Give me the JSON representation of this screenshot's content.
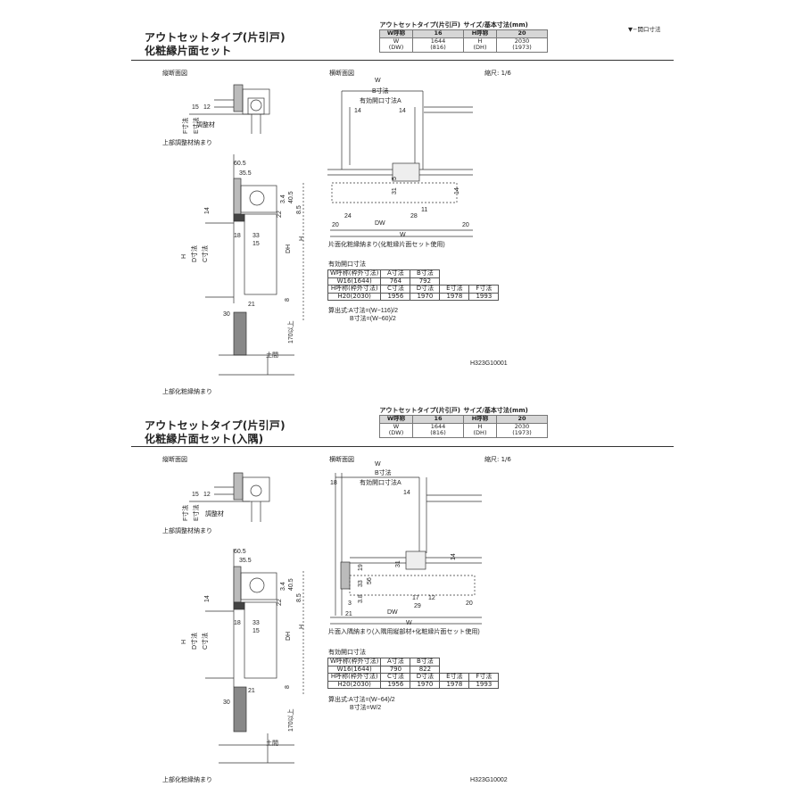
{
  "legend_note": "▼−開口寸法",
  "sections": [
    {
      "title_line1": "アウトセットタイプ(片引戸)",
      "title_line2": "化粧縁片面セット",
      "spec_caption_left": "アウトセットタイプ(片引戸)",
      "spec_caption_right": "サイズ/基本寸法(mm)",
      "spec": {
        "w_label": "W呼称",
        "w_value": "16",
        "h_label": "H呼称",
        "h_value": "20",
        "w_dim_label": "W\n(DW)",
        "w_dim_value": "1644\n(816)",
        "h_dim_label": "H\n(DH)",
        "h_dim_value": "2030\n(1973)"
      },
      "vertical_section_label": "縦断面図",
      "horizontal_section_label": "横断面図",
      "scale_label": "縮尺: 1/6",
      "top_detail_caption": "上部調整材納まり",
      "adjuster_label": "調整材",
      "bottom_caption": "上部化粧縁納まり",
      "horizontal_caption": "片面化粧縁納まり(化粧縁片面セット使用)",
      "dims_vertical": [
        "15",
        "12",
        "F寸法",
        "E寸法",
        "60.5",
        "35.5",
        "3.4",
        "40.5",
        "14",
        "22",
        "8.5",
        "18",
        "33",
        "15",
        "H",
        "D寸法",
        "C寸法",
        "DH",
        "H",
        "21",
        "8",
        "30",
        "170以上",
        "土間"
      ],
      "dims_horizontal": [
        "W",
        "B寸法",
        "有効開口寸法A",
        "14",
        "14",
        "5",
        "31",
        "14",
        "11",
        "24",
        "28",
        "20",
        "20",
        "DW",
        "W"
      ],
      "open_table_title": "有効開口寸法",
      "open_table": [
        [
          "W呼称(枠外寸法)",
          "A寸法",
          "B寸法",
          "",
          ""
        ],
        [
          "W16(1644)",
          "764",
          "792",
          "",
          ""
        ],
        [
          "H呼称(枠外寸法)",
          "C寸法",
          "D寸法",
          "E寸法",
          "F寸法"
        ],
        [
          "H20(2030)",
          "1956",
          "1970",
          "1978",
          "1993"
        ]
      ],
      "formula_line1": "算出式:A寸法=(W−116)/2",
      "formula_line2": "B寸法=(W−60)/2",
      "code": "H323G10001"
    },
    {
      "title_line1": "アウトセットタイプ(片引戸)",
      "title_line2": "化粧縁片面セット(入隅)",
      "spec_caption_left": "アウトセットタイプ(片引戸)",
      "spec_caption_right": "サイズ/基本寸法(mm)",
      "spec": {
        "w_label": "W呼称",
        "w_value": "16",
        "h_label": "H呼称",
        "h_value": "20",
        "w_dim_label": "W\n(DW)",
        "w_dim_value": "1644\n(816)",
        "h_dim_label": "H\n(DH)",
        "h_dim_value": "2030\n(1973)"
      },
      "vertical_section_label": "縦断面図",
      "horizontal_section_label": "横断面図",
      "scale_label": "縮尺: 1/6",
      "top_detail_caption": "上部調整材納まり",
      "adjuster_label": "調整材",
      "bottom_caption": "上部化粧縁納まり",
      "horizontal_caption": "片面入隅納まり(入隅用縦部材+化粧縁片面セット使用)",
      "dims_vertical": [
        "15",
        "12",
        "F寸法",
        "E寸法",
        "60.5",
        "35.5",
        "3.4",
        "40.5",
        "14",
        "22",
        "8.5",
        "18",
        "33",
        "15",
        "H",
        "D寸法",
        "C寸法",
        "DH",
        "H",
        "21",
        "8",
        "30",
        "170以上",
        "土間"
      ],
      "dims_horizontal": [
        "W",
        "B寸法",
        "有効開口寸法A",
        "18",
        "14",
        "31",
        "14",
        "19",
        "33",
        "56",
        "3.8",
        "17",
        "12",
        "29",
        "20",
        "3",
        "21",
        "DW",
        "W"
      ],
      "open_table_title": "有効開口寸法",
      "open_table": [
        [
          "W呼称(枠外寸法)",
          "A寸法",
          "B寸法",
          "",
          ""
        ],
        [
          "W16(1644)",
          "790",
          "822",
          "",
          ""
        ],
        [
          "H呼称(枠外寸法)",
          "C寸法",
          "D寸法",
          "E寸法",
          "F寸法"
        ],
        [
          "H20(2030)",
          "1956",
          "1970",
          "1978",
          "1993"
        ]
      ],
      "formula_line1": "算出式:A寸法=(W−64)/2",
      "formula_line2": "B寸法=W/2",
      "code": "H323G10002"
    }
  ]
}
